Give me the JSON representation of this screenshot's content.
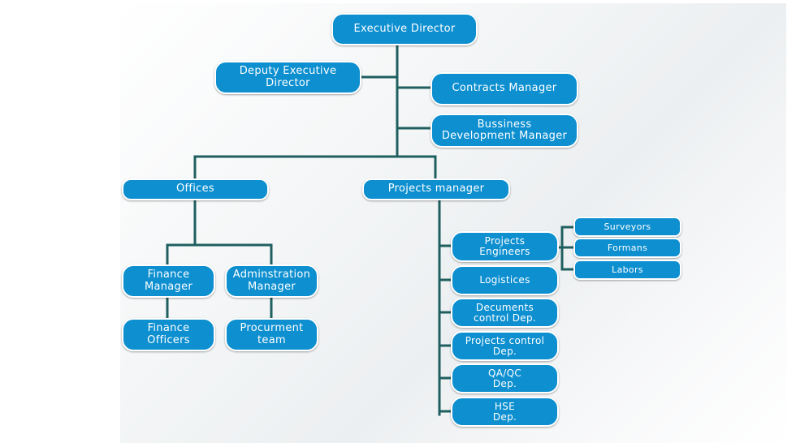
{
  "nodes": {
    "executive_director": "Executive Director",
    "deputy_executive_director": "Deputy Executive\nDirector",
    "contracts_manager": "Contracts Manager",
    "business_development_manager": "Bussiness\nDevelopment Manager",
    "offices": "Offices",
    "projects_manager": "Projects manager",
    "finance_manager": "Finance\nManager",
    "administration_manager": "Adminstration\nManager",
    "finance_officers": "Finance\nOfficers",
    "procurement_team": "Procurment\nteam",
    "projects_engineers": "Projects\nEngineers",
    "surveyors": "Surveyors",
    "formans": "Formans",
    "labors": "Labors",
    "logistics": "Logistices",
    "documents_control": "Decuments\ncontrol Dep.",
    "projects_control": "Projects control\nDep.",
    "qa_qc": "QA/QC\nDep.",
    "hse": "HSE\nDep."
  },
  "colors": {
    "node_fill": "#0d8fd0",
    "node_text": "#ffffff",
    "connector": "#1f5f5f"
  }
}
